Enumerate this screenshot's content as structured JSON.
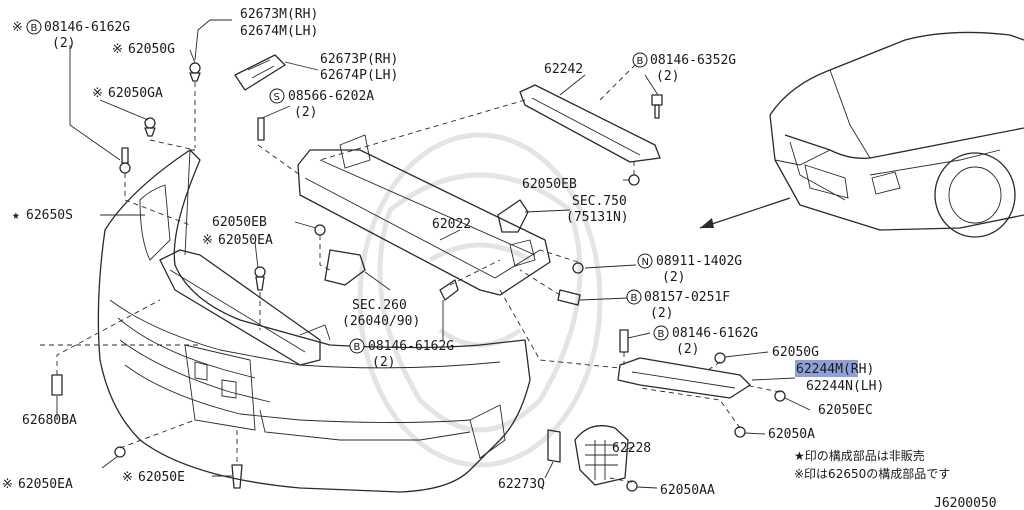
{
  "labels": {
    "p62673m": "62673M(RH)",
    "p62674m": "62674M(LH)",
    "p62673p": "62673P(RH)",
    "p62674p": "62674P(LH)",
    "p08566": "08566-6202A",
    "p08566_qty": "(2)",
    "p08146_tl": "08146-6162G",
    "p08146_tl_qty": "(2)",
    "p62050g_top": "62050G",
    "p62050ga": "62050GA",
    "p62650s": "62650S",
    "p62242": "62242",
    "p08146_6352": "08146-6352G",
    "p08146_6352_qty": "(2)",
    "p62050eb_r": "62050EB",
    "sec750": "SEC.750",
    "sec750_ref": "(75131N)",
    "p62050eb_l": "62050EB",
    "p62050ea_l": "62050EA",
    "p62022": "62022",
    "p08911": "08911-1402G",
    "p08911_qty": "(2)",
    "sec260": "SEC.260",
    "sec260_ref": "(26040/90)",
    "p08157": "08157-0251F",
    "p08157_qty": "(2)",
    "p08146_cl": "08146-6162G",
    "p08146_cl_qty": "(2)",
    "p08146_cr": "08146-6162G",
    "p08146_cr_qty": "(2)",
    "p62050g_r": "62050G",
    "p62244m": "62244M(RH)",
    "p62244n": "62244N(LH)",
    "p62050ec": "62050EC",
    "p62680ba": "62680BA",
    "p62228": "62228",
    "p62050a": "62050A",
    "p62050ea_b": "62050EA",
    "p62050e": "62050E",
    "p62273q": "62273Q",
    "p62050aa": "62050AA",
    "note1": "★印の構成部品は非販売",
    "note2": "※印は62650の構成部品です",
    "figure_id": "J6200050"
  },
  "symbols": {
    "star": "★",
    "kome": "※",
    "bolt_b": "B",
    "screw_s": "S",
    "nut_n": "N"
  },
  "highlight_color": "#8fa0d8",
  "line_color": "#2a2a2a"
}
